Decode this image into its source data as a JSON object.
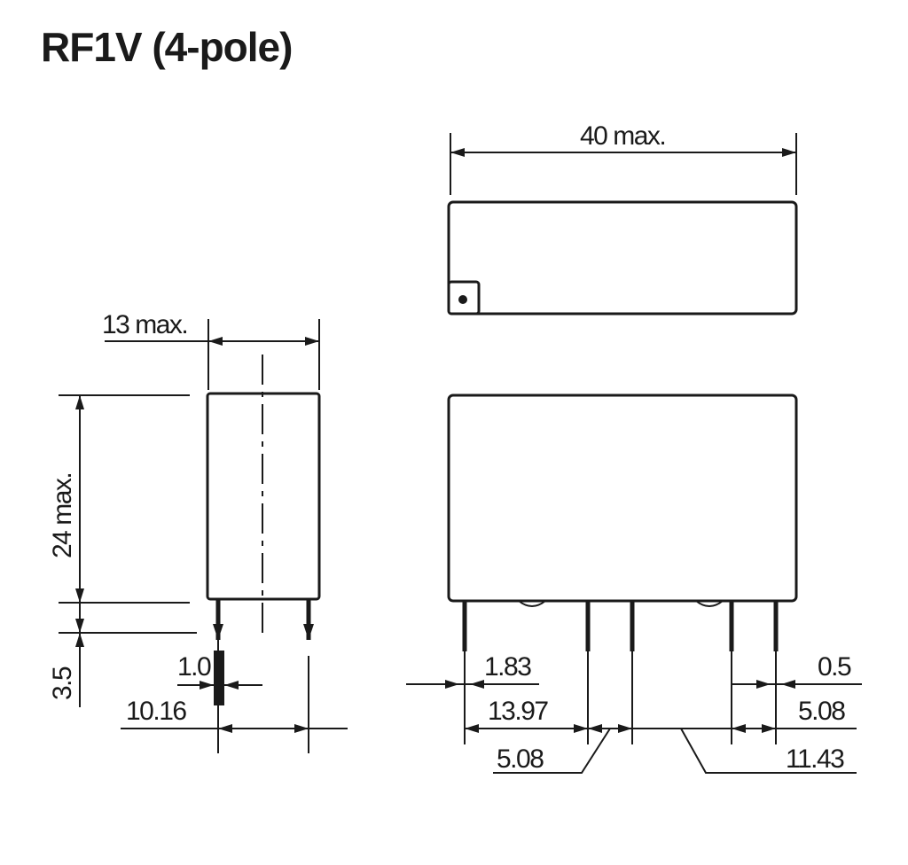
{
  "title": "RF1V (4-pole)",
  "dimensions": {
    "width_top": "40 max.",
    "depth_side": "13 max.",
    "height_side": "24 max.",
    "pin_length": "3.5",
    "pin_width_side": "1.0",
    "pin_spacing_side": "10.16",
    "pin_offset_front": "1.83",
    "pin_span_front": "13.97",
    "pin_pitch_front_left": "5.08",
    "pin_width_front": "0.5",
    "pin_pitch_front_right": "5.08",
    "pin_span_front_right": "11.43"
  },
  "colors": {
    "ink": "#1a1a1a",
    "background": "#ffffff"
  }
}
